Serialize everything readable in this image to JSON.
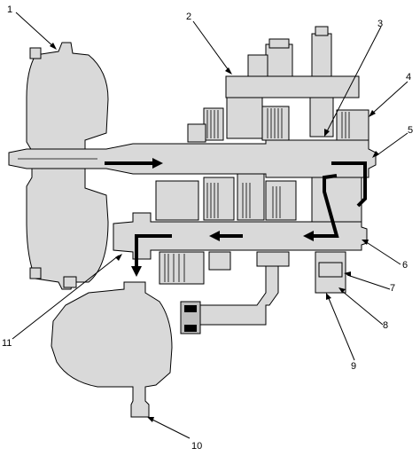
{
  "callouts": {
    "c1": "1",
    "c2": "2",
    "c3": "3",
    "c4": "4",
    "c5": "5",
    "c6": "6",
    "c7": "7",
    "c8": "8",
    "c9": "9",
    "c10": "10",
    "c11": "11"
  },
  "colors": {
    "part_fill": "#d9d9d9",
    "outline": "#000000",
    "background": "#ffffff"
  }
}
